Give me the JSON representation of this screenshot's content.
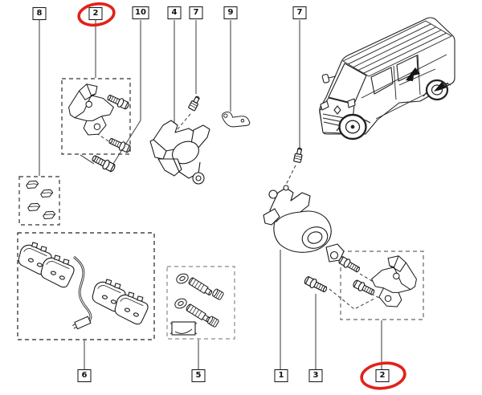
{
  "diagram": {
    "type": "exploded-parts-diagram",
    "background_color": "#ffffff",
    "ink_color": "#1a1a1a",
    "highlight_color": "#e32119",
    "callouts": [
      {
        "id": "8",
        "row": "top",
        "highlighted": false
      },
      {
        "id": "2",
        "row": "top",
        "highlighted": true
      },
      {
        "id": "10",
        "row": "top",
        "highlighted": false
      },
      {
        "id": "4",
        "row": "top",
        "highlighted": false
      },
      {
        "id": "7",
        "row": "top",
        "highlighted": false
      },
      {
        "id": "9",
        "row": "top",
        "highlighted": false
      },
      {
        "id": "7",
        "row": "top",
        "highlighted": false
      },
      {
        "id": "6",
        "row": "bottom",
        "highlighted": false
      },
      {
        "id": "5",
        "row": "bottom",
        "highlighted": false
      },
      {
        "id": "1",
        "row": "bottom",
        "highlighted": false
      },
      {
        "id": "3",
        "row": "bottom",
        "highlighted": false
      },
      {
        "id": "2",
        "row": "bottom",
        "highlighted": true
      }
    ]
  }
}
